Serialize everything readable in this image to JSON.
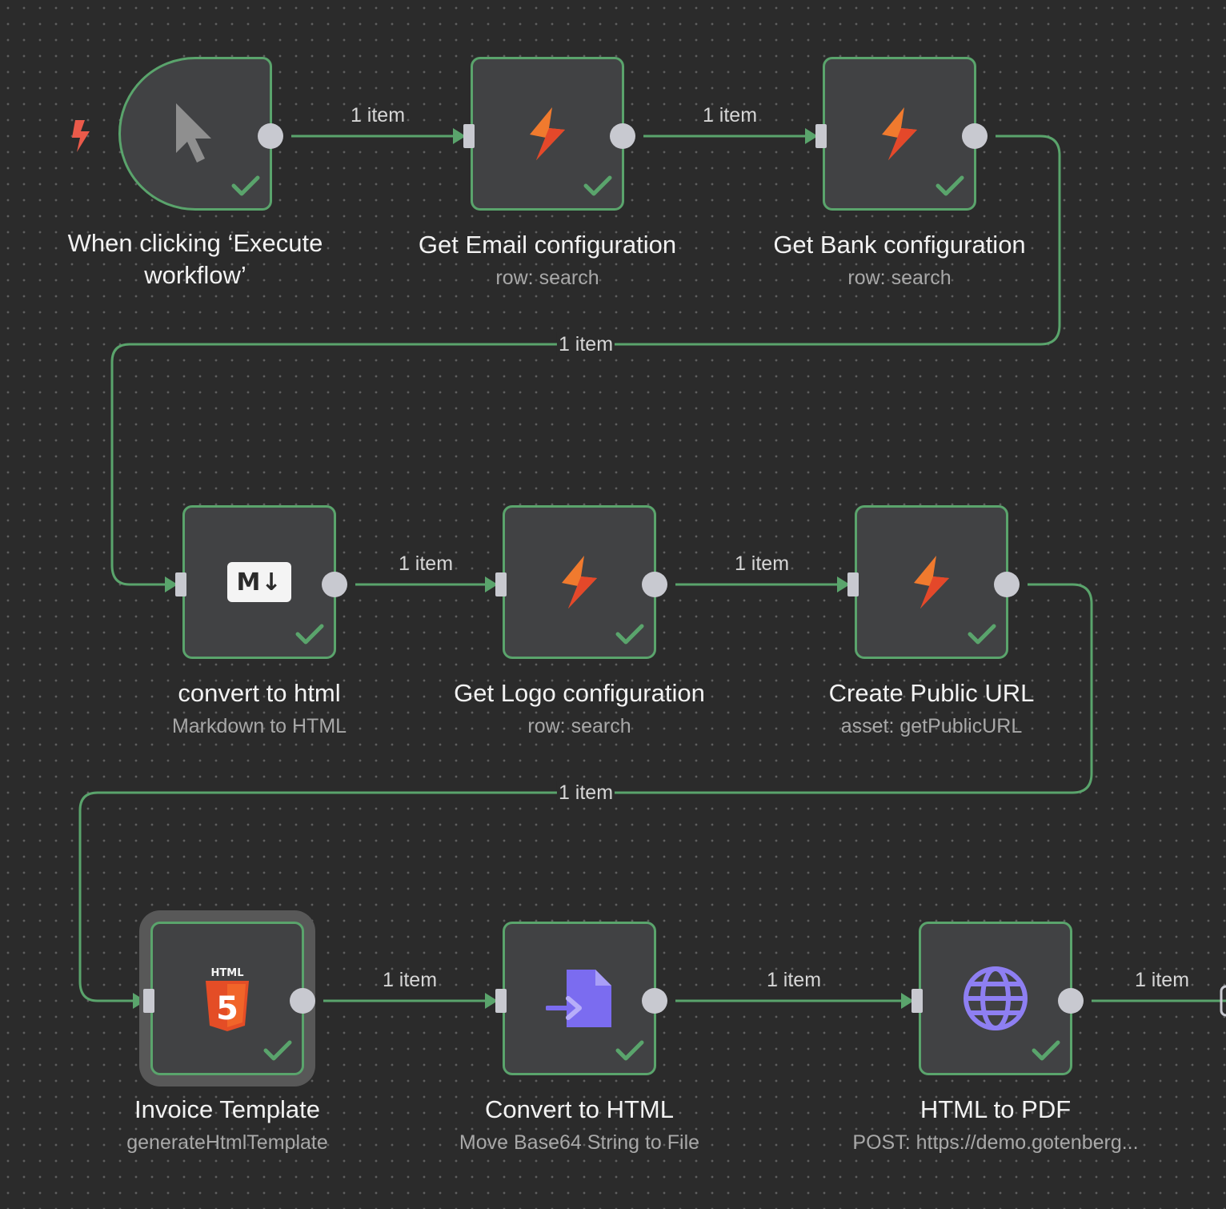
{
  "colors": {
    "canvas": "#2b2b2b",
    "node_fill": "#414244",
    "success_green": "#5aa46c",
    "handle": "#c8c9d0",
    "accent_orange": "#f07a2e",
    "html5_orange": "#e44d26",
    "purple": "#7b6cf0"
  },
  "trigger_icon": "lightning-bolt-icon",
  "nodes": [
    {
      "name": "When clicking ‘Execute workflow’",
      "subtitle": "",
      "icon": "cursor-icon"
    },
    {
      "name": "Get Email configuration",
      "subtitle": "row: search",
      "icon": "supabase-icon"
    },
    {
      "name": "Get Bank configuration",
      "subtitle": "row: search",
      "icon": "supabase-icon"
    },
    {
      "name": "convert to html",
      "subtitle": "Markdown to HTML",
      "icon": "markdown-icon"
    },
    {
      "name": "Get Logo configuration",
      "subtitle": "row: search",
      "icon": "supabase-icon"
    },
    {
      "name": "Create Public URL",
      "subtitle": "asset: getPublicURL",
      "icon": "supabase-icon"
    },
    {
      "name": "Invoice Template",
      "subtitle": "generateHtmlTemplate",
      "icon": "html5-icon"
    },
    {
      "name": "Convert to HTML",
      "subtitle": "Move Base64 String to File",
      "icon": "file-import-icon"
    },
    {
      "name": "HTML to PDF",
      "subtitle": "POST: https://demo.gotenberg...",
      "icon": "globe-icon"
    }
  ],
  "icon_text": {
    "markdown": "M↓",
    "html5_caption": "HTML",
    "html5_digit": "5"
  },
  "edges": [
    {
      "label": "1 item"
    },
    {
      "label": "1 item"
    },
    {
      "label": "1 item"
    },
    {
      "label": "1 item"
    },
    {
      "label": "1 item"
    },
    {
      "label": "1 item"
    },
    {
      "label": "1 item"
    },
    {
      "label": "1 item"
    },
    {
      "label": "1 item"
    }
  ]
}
